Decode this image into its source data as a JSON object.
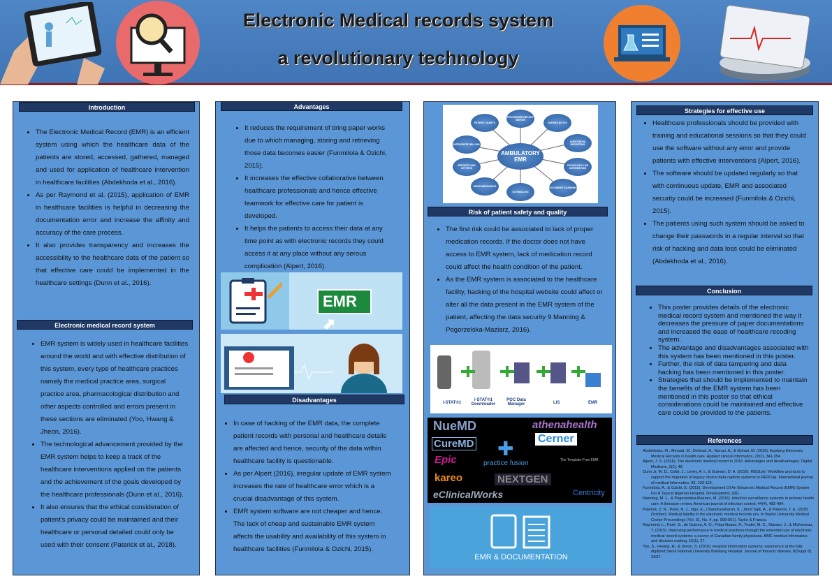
{
  "header": {
    "title_line1": "Electronic Medical records system",
    "title_line2": "a revolutionary technology"
  },
  "introduction": {
    "heading": "Introduction",
    "items": [
      "The Electronic Medical Record (EMR) is an efficient system using which the healthcare data of the patients are stored, accessed, gathered, managed and used for application of healthcare intervention in healthcare facilities (Abdekhoda et al., 2016).",
      "As per Raymond et al. (2015), application of EMR in healthcare facilities is helpful in decreasing the documentation error and increase the affinity and accuracy of the care process.",
      "It also provides transparency and increases the accessibility to the healthcare data of the patient so that effective care could be implemented in the healthcare settings (Dunn et al., 2016)."
    ]
  },
  "emr_system": {
    "heading": "Electronic medical record system",
    "items": [
      "EMR system is widely used in healthcare facilities around the world and with effective distribution of this system, every type of healthcare practices namely the medical practice area, surgical practice area, pharmacological distribution and other aspects controlled and errors present in these sections are eliminated (Yoo, Hwang & Jheon, 2016).",
      "The technological advancement provided by the EMR system helps to keep a track of the healthcare interventions applied on the patients and the achievement of the goals developed by the healthcare professionals (Dunn et al., 2016).",
      "It also ensures that the ethical consideration of patient's privacy could be maintained and their healthcare or personal detailed could only be used with their consent (Paterick et al., 2018)."
    ]
  },
  "advantages": {
    "heading": "Advantages",
    "items": [
      "It reduces the requirement of tiring paper works due to which managing, storing and retrieving those data becomes easier (Funmilola & Ozichi, 2015).",
      "It increases the effective collaborative between healthcare professionals and hence effective teamwork for effective care for patient is developed.",
      "It helps the patients to access their data at any time point as with electronic records they could access it at any place without any serous complication (Alpert, 2016)."
    ]
  },
  "emr_sign": "EMR",
  "disadvantages": {
    "heading": "Disadvantages",
    "items": [
      "In case of hacking of the EMR data, the complete patient records with personal and healthcare details are affected and hence, security of the data within healthcare facility is questionable.",
      "As per Alpert (2016), irregular update of EMR system increases the rate of healthcare error which is a crucial disadvantage of this system.",
      "EMR system software are not cheaper and hence. The lack of cheap and sustainable EMR system affects the usability and availability of this system in healthcare facilities (Funmilola & Ozichi, 2015)."
    ]
  },
  "diagram": {
    "center": "AMBULATORY EMR",
    "nodes": [
      "PROCEDURE REPORT WRITER",
      "NURSES NOTES",
      "ANESTHESIA REPORTING",
      "PATHOLOGY LAB INTEGRATION",
      "DOCUMENT SCANNING",
      "SCHEDULING",
      "NEWS MESSAGING",
      "REPORTS AND LETTERS",
      "INTEGRATED BILLING",
      "PATIENT CHARTS"
    ]
  },
  "risk": {
    "heading": "Risk of patient safety and quality",
    "items": [
      "The first risk could be associated to lack of proper medication records. If the doctor does not have access to EMR system, lack of medication record could affect the health condition of the patient.",
      "As the EMR system is associated to the healthcare facility, hacking of the hospital website could affect or alter all the data present in the EMR system of the patient, affecting the data security 9 Manning & Pogorzelska-Maziarz, 2016)."
    ]
  },
  "devices": [
    "i-STAT®1",
    "i-STAT®1 Downloader",
    "POC Data Manager",
    "LIS",
    "EMR"
  ],
  "vendors": [
    "NueMD",
    "athenahealth",
    "CureMD",
    "Cerner",
    "Epic",
    "practice fusion",
    "kareo",
    "NEXTGEN",
    "Centricity",
    "eClinicalWorks",
    "The Template-Free EMR"
  ],
  "doc_caption": "EMR & DOCUMENTATION",
  "strategies": {
    "heading": "Strategies for effective use",
    "items": [
      "Healthcare professionals should be provided with training and educational sessions so that they could use the software without any error and provide patients with effective interventions (Alpert, 2016).",
      "The software should be updated regularly so that with continuous update, EMR and associated security could be increased (Funmilola & Ozichi, 2015).",
      "The patients using such system should be asked to change their passwords in a regular interval so that risk of hacking and data loss could be eliminated (Abdekhoda et al., 2016)."
    ]
  },
  "conclusion": {
    "heading": "Conclusion",
    "items": [
      "This poster provides details of the electronic medical record system and mentioned the way it decreases the pressure of paper documentations and increased the ease of healthcare recoding system.",
      "The advantage and disadvantages associated with this system has been mentioned in this poster.",
      "Further, the risk of data tampering and data hacking has been mentioned in this poster.",
      "Strategies that should be implemented to maintain the benefits of the EMR system has been mentioned in this poster so that ethical considerations could be maintained and effective care could be provided to the patients."
    ]
  },
  "references": {
    "heading": "References",
    "items": [
      "Abdekhoda, M., Ahmadi, M., Dehnad, A., Noruzi, A., & Gohari, M. (2016). Applying Electronic Medical Records in health care. Applied clinical informatics, 7(02), 341-354.",
      "Alpert, J. S. (2016). The electronic medical record in 2016: Advantages and disadvantages. Digital Medicine, 2(2), 48.",
      "Dunn Jr, W. D., Cobb, J., Levey, A. I., & Gutman, D. A. (2016). REDLetr: Workflow and tools to support the migration of legacy clinical data capture systems to REDCap. International journal of medical informatics, 93, 103-110.",
      "Funmilola, A., & Ozichi, E. (2015). Development Of An Electronic Medical Record (EMR) System For A Typical Nigerian Hospital. Development, 2(6).",
      "Manning, M. L., & Pogorzelska-Maziarz, M. (2016). Infection surveillance systems in primary health care: A literature review. American journal of infection control, 44(4), 482-484.",
      "Paterick, Z. R., Patel, N. J., Ngo, E., Chandrasekaran, K., Jamil Tajik, A., & Paterick, T. E. (2018, October). Medical liability in the electronic medical records era. In Baylor University Medical Center Proceedings (Vol. 31, No. 4, pp. 558-561). Taylor & Francis.",
      "Raymond, L., Paré, G., de Guinea, A. O., Poba-Nzaou, P., Trudel, M. C., Marsan, J., & Micheneau, T. (2015). Improving performance in medical practices through the extended use of electronic medical record systems: a survey of Canadian family physicians. BMC medical informatics and decision making, 15(1), 27.",
      "Yoo, S., Hwang, H., & Jheon, S. (2016). Hospital information systems: experience at the fully digitized Seoul National University Bundang Hospital. Journal of thoracic disease, 8(Suppl 8), S637."
    ]
  }
}
